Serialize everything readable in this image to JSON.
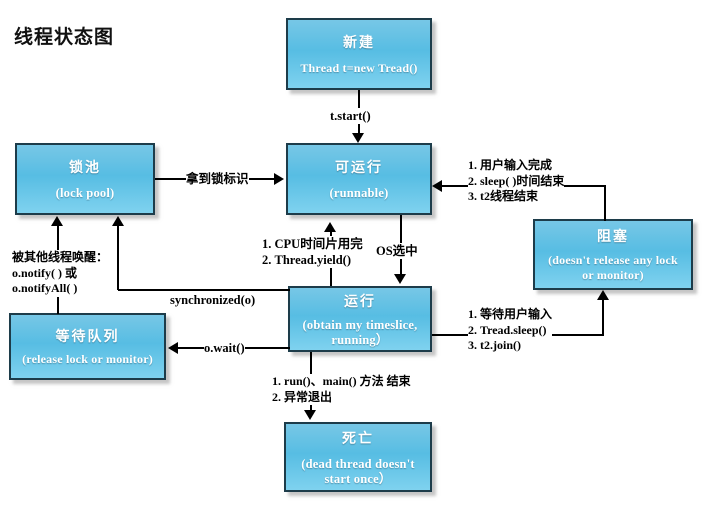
{
  "diagram": {
    "title": "线程状态图",
    "nodes": [
      {
        "id": "new",
        "cn": "新建",
        "en": "Thread t=new Tread()"
      },
      {
        "id": "runnable",
        "cn": "可运行",
        "en": "(runnable)"
      },
      {
        "id": "lockpool",
        "cn": "锁池",
        "en": "(lock pool)"
      },
      {
        "id": "running",
        "cn": "运行",
        "en": "(obtain my timeslice,\nrunning）"
      },
      {
        "id": "blocked",
        "cn": "阻塞",
        "en": "(doesn't release any\nlock or monitor)"
      },
      {
        "id": "waiting",
        "cn": "等待队列",
        "en": "(release lock or monitor)"
      },
      {
        "id": "dead",
        "cn": "死亡",
        "en": "(dead thread doesn't\nstart once）"
      }
    ],
    "edge_labels": {
      "start": "t.start()",
      "get_lock": "拿到锁标识",
      "cpu_yield": "1. CPU时间片用完\n2. Thread.yield()",
      "os_select": "OS选中",
      "blocked_to_runnable": "1. 用户输入完成\n2. sleep( )时间结束\n3. t2线程结束",
      "running_to_blocked": "1. 等待用户输入\n2. Tread.sleep()\n3. t2.join()",
      "notify": "被其他线程唤醒：\no.notify( ) 或\no.notifyAll( )",
      "synchronized": "synchronized(o)",
      "wait": "o.wait()",
      "run_main_end": "1. run()、main() 方法 结束\n2. 异常退出"
    },
    "colors": {
      "node_fill_top": "#77c7e6",
      "node_fill_bottom": "#7fd2ef",
      "node_border": "#1d3c4a",
      "node_text": "#ffffff",
      "line": "#000000",
      "background": "#ffffff"
    }
  }
}
